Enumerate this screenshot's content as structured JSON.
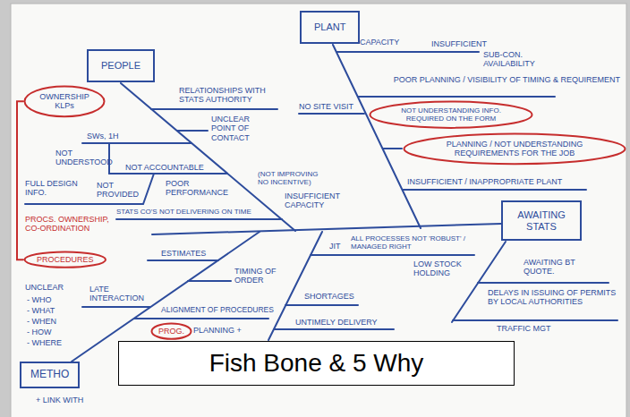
{
  "diagram": {
    "caption": "Fish Bone & 5 Why",
    "nodes": [
      {
        "text": [
          "PEOPLE"
        ]
      },
      {
        "text": [
          "PLANT"
        ]
      },
      {
        "text": [
          "OWNERSHIP KLPs"
        ]
      },
      {
        "text": [
          "NOT UNDERSTANDING INFO. REQUIRED ON THE FORM"
        ]
      },
      {
        "text": [
          "PLANNING / NOT UNDERSTANDING REQUIREMENTS FOR THE JOB"
        ]
      },
      {
        "text": [
          "AWAITING STATS"
        ]
      },
      {
        "text": [
          "PROCEDURES"
        ]
      },
      {
        "text": [
          "PROG."
        ]
      },
      {
        "text": [
          "METHO"
        ]
      }
    ],
    "edges": [
      {
        "from": 2,
        "to": 6,
        "arrow": "none"
      }
    ],
    "labels": [
      "RELATIONSHIPS WITH STATS AUTHORITY",
      "UNCLEAR POINT OF CONTACT",
      "SWs, 1H",
      "NOT UNDERSTOOD",
      "NOT ACCOUNTABLE",
      "FULL DESIGN INFO.",
      "NOT PROVIDED",
      "POOR PERFORMANCE",
      "(NOT IMPROVING NO INCENTIVE)",
      "STATS CO'S NOT DELIVERING ON TIME",
      "INSUFFICIENT CAPACITY",
      "CAPACITY",
      "INSUFFICIENT",
      "SUB-CON. AVAILABILITY",
      "POOR PLANNING / VISIBILITY OF TIMING & REQUIREMENT",
      "NO SITE VISIT",
      "INSUFFICIENT / INAPPROPRIATE PLANT",
      "PROCS. OWNERSHIP, CO-ORDINATION",
      "ESTIMATES",
      "TIMING OF ORDER",
      "LATE INTERACTION",
      "ALIGNMENT OF PROCEDURES",
      "PLANNING +",
      "UNCLEAR",
      "- WHO",
      "- WHAT",
      "- WHEN",
      "- HOW",
      "- WHERE",
      "+ LINK WITH",
      "JIT",
      "ALL PROCESSES NOT 'ROBUST' / MANAGED RIGHT",
      "LOW STOCK HOLDING",
      "SHORTAGES",
      "UNTIMELY DELIVERY",
      "AWAITING BT QUOTE.",
      "DELAYS IN ISSUING OF PERMITS BY LOCAL AUTHORITIES",
      "TRAFFIC MGT"
    ]
  }
}
